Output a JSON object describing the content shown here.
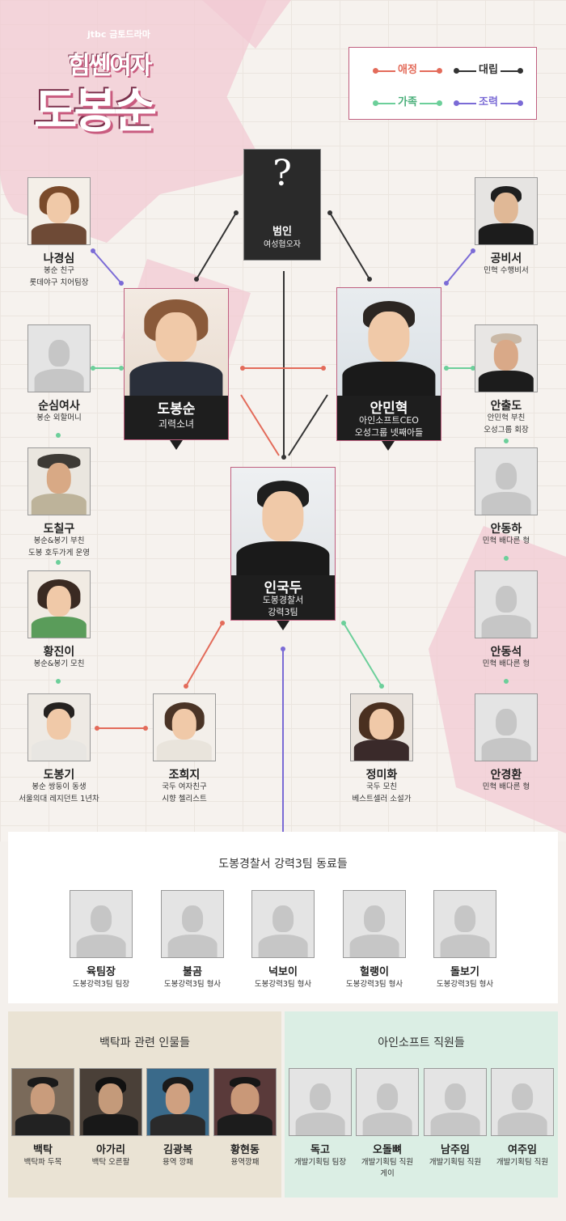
{
  "header": {
    "channel": "jtbc 금토드라마",
    "title_line1": "힘쎈여자",
    "title_line2": "도봉순"
  },
  "legend": [
    {
      "label": "애정",
      "color": "#e36b5a"
    },
    {
      "label": "대립",
      "color": "#333333"
    },
    {
      "label": "가족",
      "color": "#6ccf9a"
    },
    {
      "label": "조력",
      "color": "#7b6bd6"
    }
  ],
  "mystery": {
    "symbol": "?",
    "name": "범인",
    "desc": "여성협오자"
  },
  "leads": {
    "bongsoon": {
      "name": "도봉순",
      "desc": "괴력소녀"
    },
    "minhyuk": {
      "name": "안민혁",
      "desc1": "아인소프트CEO",
      "desc2": "오성그룹 넷째아들"
    },
    "gukdu": {
      "name": "인국두",
      "desc1": "도봉경찰서",
      "desc2": "강력3팀"
    }
  },
  "left": [
    {
      "name": "나경심",
      "desc1": "봉순 친구",
      "desc2": "롯데야구 치어팀장"
    },
    {
      "name": "순심여사",
      "desc1": "봉순 외할머니",
      "desc2": ""
    },
    {
      "name": "도칠구",
      "desc1": "봉순&봉기 부친",
      "desc2": "도봉 호두가게 운영"
    },
    {
      "name": "황진이",
      "desc1": "봉순&봉기 모친",
      "desc2": ""
    },
    {
      "name": "도봉기",
      "desc1": "봉순 쌍둥이 동생",
      "desc2": "서울의대 레지던트 1년차"
    }
  ],
  "right": [
    {
      "name": "공비서",
      "desc1": "민혁 수행비서",
      "desc2": ""
    },
    {
      "name": "안출도",
      "desc1": "안민혁 부친",
      "desc2": "오성그룹 회장"
    },
    {
      "name": "안동하",
      "desc1": "민혁 배다른 형",
      "desc2": ""
    },
    {
      "name": "안동석",
      "desc1": "민혁 배다른 형",
      "desc2": ""
    },
    {
      "name": "안경환",
      "desc1": "민혁 배다른 형",
      "desc2": ""
    }
  ],
  "middle": [
    {
      "name": "조희지",
      "desc1": "국두 여자친구",
      "desc2": "시향 첼리스트"
    },
    {
      "name": "정미화",
      "desc1": "국두 모친",
      "desc2": "베스트셀러 소설가"
    }
  ],
  "police": {
    "title": "도봉경찰서 강력3팀 동료들",
    "members": [
      {
        "name": "육팀장",
        "desc": "도봉강력3팀 팀장"
      },
      {
        "name": "불곰",
        "desc": "도봉강력3팀 형사"
      },
      {
        "name": "넉보이",
        "desc": "도봉강력3팀 형사"
      },
      {
        "name": "헐랭이",
        "desc": "도봉강력3팀 형사"
      },
      {
        "name": "돌보기",
        "desc": "도봉강력3팀 형사"
      }
    ]
  },
  "baektak": {
    "title": "백탁파 관련 인물들",
    "members": [
      {
        "name": "백탁",
        "desc": "백탁파 두목"
      },
      {
        "name": "아가리",
        "desc": "백탁 오른팔"
      },
      {
        "name": "김광복",
        "desc": "용역 깡패"
      },
      {
        "name": "황현동",
        "desc": "용역깡패"
      }
    ]
  },
  "ainsoft": {
    "title": "아인소프트 직원들",
    "members": [
      {
        "name": "독고",
        "desc1": "개발기획팀 팀장",
        "desc2": ""
      },
      {
        "name": "오돌뼈",
        "desc1": "개발기획팀 직원",
        "desc2": "게이"
      },
      {
        "name": "남주임",
        "desc1": "개발기획팀 직원",
        "desc2": ""
      },
      {
        "name": "여주임",
        "desc1": "개발기획팀 직원",
        "desc2": ""
      }
    ]
  }
}
